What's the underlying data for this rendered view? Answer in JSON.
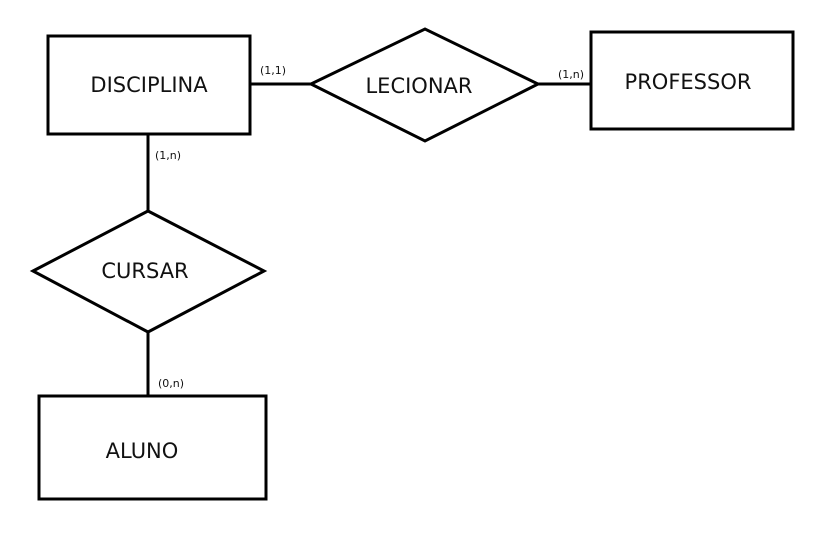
{
  "diagram": {
    "entities": {
      "disciplina": "DISCIPLINA",
      "professor": "PROFESSOR",
      "aluno": "ALUNO"
    },
    "relationships": {
      "lecionar": "LECIONAR",
      "cursar": "CURSAR"
    },
    "cardinalities": {
      "disciplina_lecionar": "(1,1)",
      "professor_lecionar": "(1,n)",
      "disciplina_cursar": "(1,n)",
      "aluno_cursar": "(0,n)"
    },
    "colors": {
      "stroke": "#000000",
      "background": "#ffffff"
    }
  }
}
